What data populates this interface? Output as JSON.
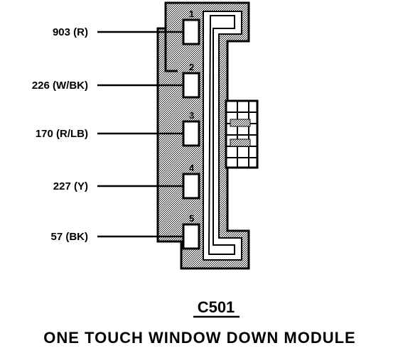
{
  "connector": {
    "id": "C501",
    "name": "ONE TOUCH WINDOW DOWN MODULE"
  },
  "pins": [
    {
      "number": "1",
      "circuit": "903 (R)"
    },
    {
      "number": "2",
      "circuit": "226 (W/BK)"
    },
    {
      "number": "3",
      "circuit": "170 (R/LB)"
    },
    {
      "number": "4",
      "circuit": "227 (Y)"
    },
    {
      "number": "5",
      "circuit": "57 (BK)"
    }
  ],
  "colors": {
    "ink": "#000000",
    "shading": "#bdbdbd",
    "background": "#ffffff"
  }
}
